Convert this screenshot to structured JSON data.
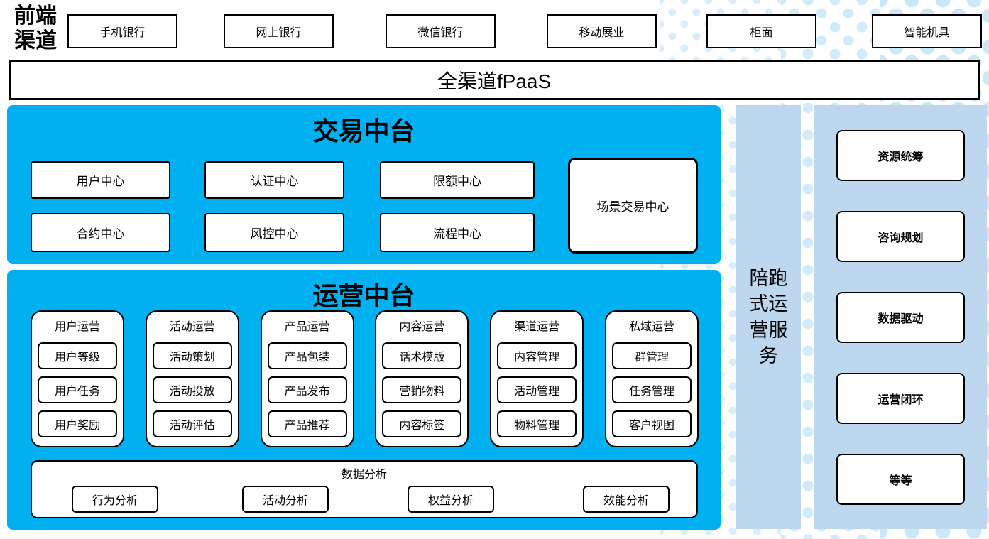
{
  "colors": {
    "cyan": "#00b0f0",
    "panel": "#bdd7ee",
    "dot-small": "#daeefa",
    "dot-mid": "#d2ebf9",
    "dot-large": "#cbe8f7"
  },
  "front_channels": {
    "label": "前端\n渠道",
    "items": [
      "手机银行",
      "网上银行",
      "微信银行",
      "移动展业",
      "柜面",
      "智能机具"
    ]
  },
  "fpaas": {
    "label": "全渠道fPaaS"
  },
  "trade_platform": {
    "title": "交易中台",
    "row1": [
      "用户中心",
      "认证中心",
      "限额中心"
    ],
    "row2": [
      "合约中心",
      "风控中心",
      "流程中心"
    ],
    "tall_box": "场景交易中心"
  },
  "ops_platform": {
    "title": "运营中台",
    "groups": [
      {
        "title": "用户运营",
        "items": [
          "用户等级",
          "用户任务",
          "用户奖励"
        ]
      },
      {
        "title": "活动运营",
        "items": [
          "活动策划",
          "活动投放",
          "活动评估"
        ]
      },
      {
        "title": "产品运营",
        "items": [
          "产品包装",
          "产品发布",
          "产品推荐"
        ]
      },
      {
        "title": "内容运营",
        "items": [
          "话术模版",
          "营销物料",
          "内容标签"
        ]
      },
      {
        "title": "渠道运营",
        "items": [
          "内容管理",
          "活动管理",
          "物料管理"
        ]
      },
      {
        "title": "私域运营",
        "items": [
          "群管理",
          "任务管理",
          "客户视图"
        ]
      }
    ],
    "analytics": {
      "title": "数据分析",
      "items": [
        "行为分析",
        "活动分析",
        "权益分析",
        "效能分析"
      ]
    }
  },
  "coaching_bar": {
    "label": "陪跑\n式运\n营服\n务"
  },
  "right_panel": {
    "items": [
      "资源统筹",
      "咨询规划",
      "数据驱动",
      "运营闭环",
      "等等"
    ]
  }
}
